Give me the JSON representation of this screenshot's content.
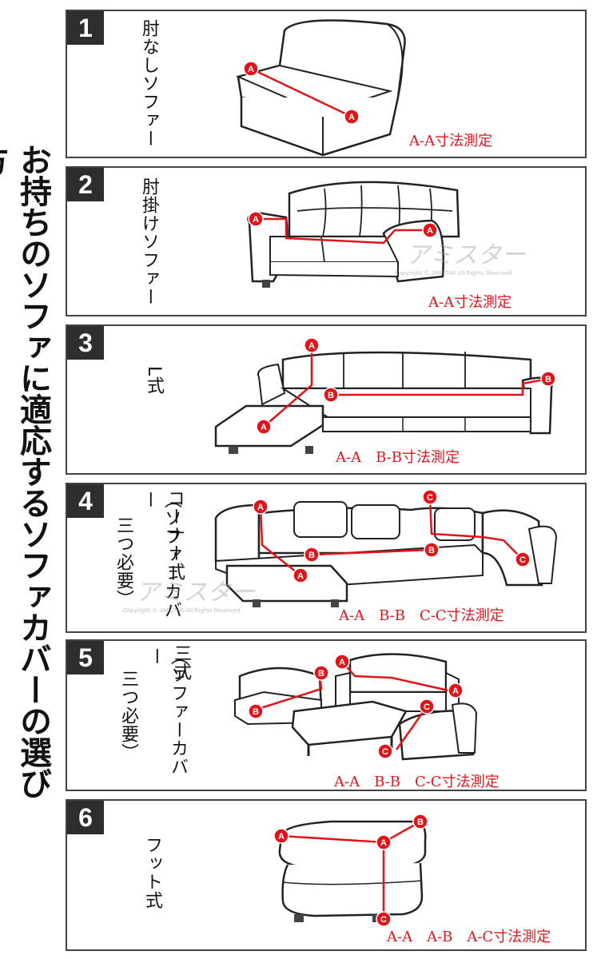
{
  "side_title": "お持ちのソファに適応するソファカバーの選び方",
  "colors": {
    "accent": "#e0151b",
    "badge_bg": "#2d2d2d"
  },
  "panels": [
    {
      "number": "1",
      "label": "肘なしソファー",
      "measure": "A-A寸法測定"
    },
    {
      "number": "2",
      "label": "肘掛けソファー",
      "measure": "A-A寸法測定",
      "watermark": "アミスター",
      "watermark_sub": "Copyright © AMISTAR All Rights Reserved"
    },
    {
      "number": "3",
      "label": "L式",
      "measure": "A-A　B-B寸法測定"
    },
    {
      "number": "4",
      "label": "コーナー式",
      "label2": "（ソファーカバー",
      "label3": "三つ必要）",
      "measure": "A-A　B-B　C-C寸法測定",
      "watermark": "アミスター",
      "watermark_sub": "Copyright © AMISTAR All Rights Reserved"
    },
    {
      "number": "5",
      "label": "三式",
      "label2": "（ソファーカバー",
      "label3": "三つ必要）",
      "measure": "A-A　B-B　C-C寸法測定"
    },
    {
      "number": "6",
      "label": "フット式",
      "measure": "A-A　A-B　A-C寸法測定"
    }
  ],
  "markers": {
    "a": "A",
    "b": "B",
    "c": "C"
  }
}
